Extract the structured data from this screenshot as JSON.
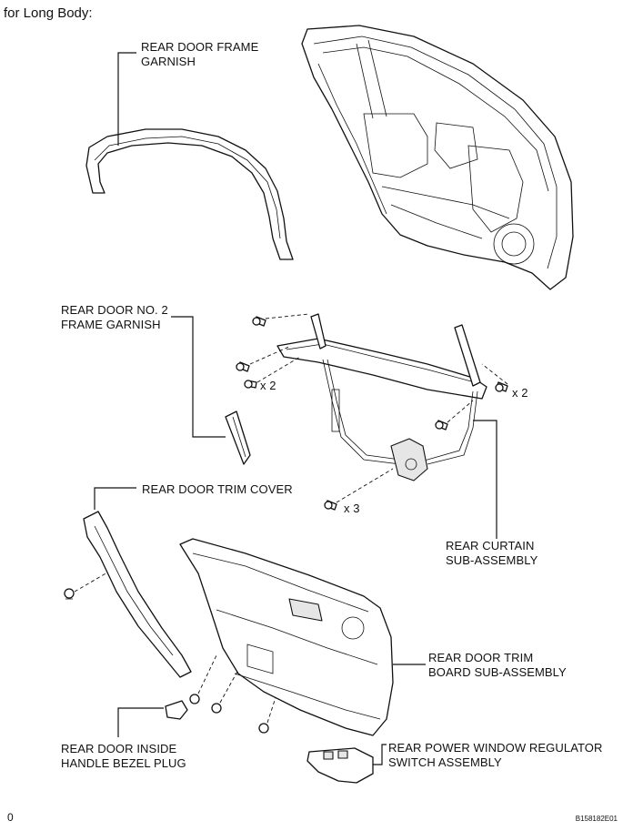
{
  "heading": "for Long Body:",
  "corner_code": "0",
  "figure_id": "B158182E01",
  "labels": {
    "frame_garnish": [
      "REAR DOOR FRAME",
      "GARNISH"
    ],
    "no2_frame_garnish": [
      "REAR DOOR NO. 2",
      "FRAME GARNISH"
    ],
    "trim_cover": [
      "REAR DOOR TRIM COVER"
    ],
    "curtain": [
      "REAR CURTAIN",
      "SUB-ASSEMBLY"
    ],
    "trim_board": [
      "REAR DOOR TRIM",
      "BOARD SUB-ASSEMBLY"
    ],
    "bezel_plug": [
      "REAR DOOR INSIDE",
      "HANDLE BEZEL PLUG"
    ],
    "switch": [
      "REAR POWER WINDOW REGULATOR",
      "SWITCH ASSEMBLY"
    ]
  },
  "quantities": {
    "screws_left": "x 2",
    "screws_right": "x 2",
    "screws_bottom": "x 3"
  }
}
